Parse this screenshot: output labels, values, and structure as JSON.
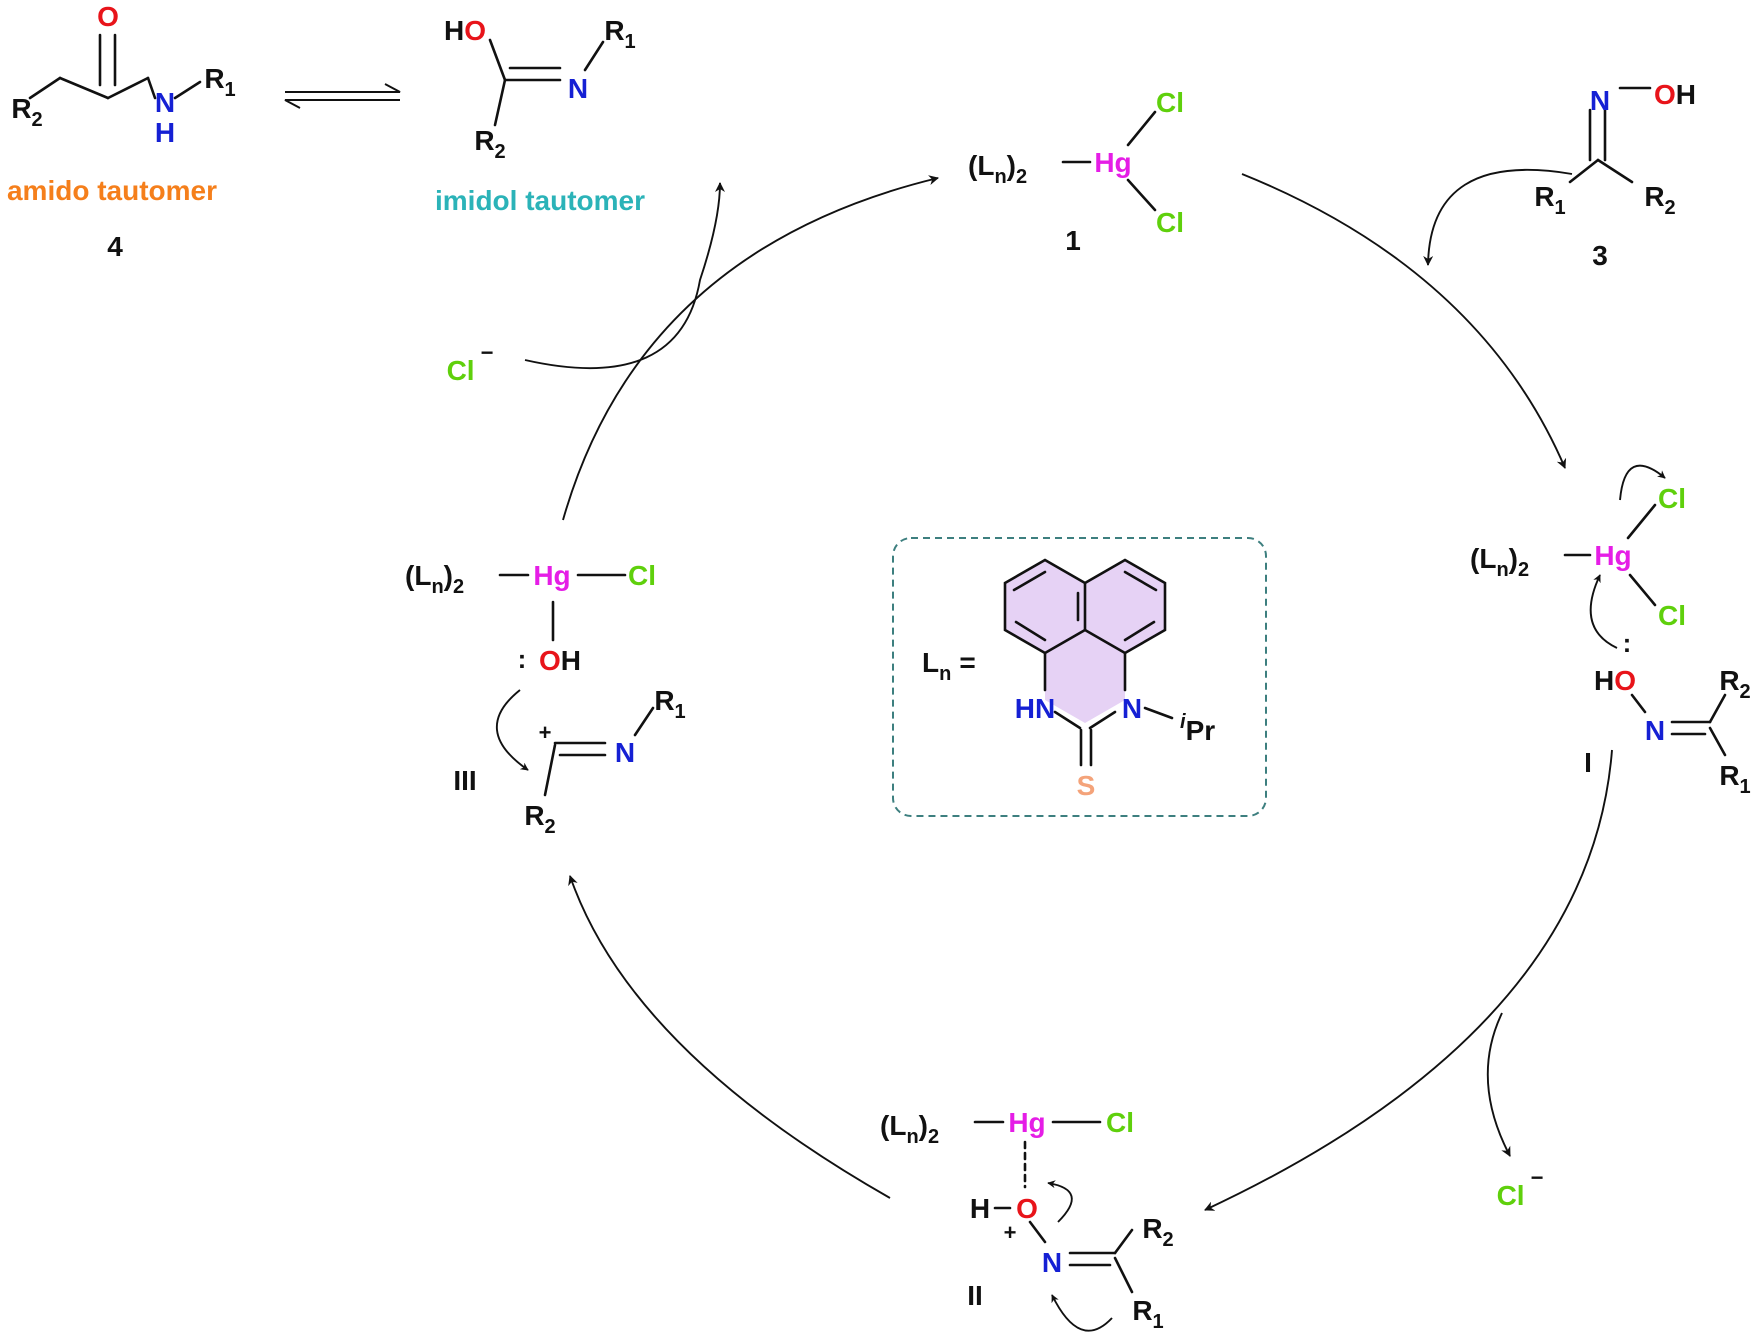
{
  "colors": {
    "carbon_text": "#111111",
    "oxygen": "#e8141a",
    "nitrogen": "#1520d4",
    "mercury": "#e51de6",
    "chlorine": "#5fd00c",
    "amido_label": "#f57f1b",
    "imidol_label": "#2bb3b8",
    "sulfur": "#f4a37a",
    "ligand_fill": "#e6d2f5",
    "box_border": "#3d7f7f"
  },
  "atoms": {
    "O": "O",
    "OH": "OH",
    "HO": "HO",
    "N": "N",
    "H": "H",
    "NH": "NH",
    "HN": "HN",
    "Hg": "Hg",
    "Cl": "Cl",
    "S": "S",
    "R": "R",
    "sub1": "1",
    "sub2": "2",
    "L": "L",
    "subn": "n",
    "open_paren": "(",
    "close_paren": ")",
    "minus": "−",
    "plus": "+",
    "lone_pair": ":",
    "iPr_i": "i",
    "iPr_Pr": "Pr",
    "equals": "="
  },
  "labels": {
    "amido": "amido tautomer",
    "imidol": "imidol tautomer",
    "cmpd4": "4",
    "cmpd1": "1",
    "cmpd3": "3",
    "int_I": "I",
    "int_II": "II",
    "int_III": "III"
  }
}
